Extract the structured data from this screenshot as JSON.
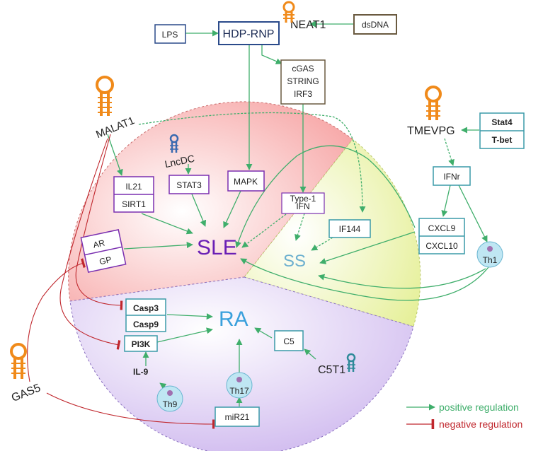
{
  "nodes": {
    "lps": "LPS",
    "hdp_rnp": "HDP-RNP",
    "neat1": "NEAT1",
    "dsdna": "dsDNA",
    "cgas": "cGAS",
    "string": "STRING",
    "irf3": "IRF3",
    "malat1": "MALAT1",
    "tmevpg": "TMEVPG",
    "stat4": "Stat4",
    "tbet": "T-bet",
    "lncdc": "LncDC",
    "il21": "IL21",
    "sirt1": "SIRT1",
    "stat3": "STAT3",
    "mapk": "MAPK",
    "type1_ifn_line1": "Type-1",
    "type1_ifn_line2": "IFN",
    "ifnr": "IFNr",
    "cxcl9": "CXCL9",
    "cxcl10": "CXCL10",
    "if144": "IF144",
    "th1": "Th1",
    "ar": "AR",
    "gp": "GP",
    "casp3": "Casp3",
    "casp9": "Casp9",
    "pi3k": "PI3K",
    "il9": "IL-9",
    "th9": "Th9",
    "th17": "Th17",
    "mir21": "miR21",
    "c5": "C5",
    "c5t1": "C5T1",
    "gas5": "GAS5"
  },
  "regions": {
    "sle": "SLE",
    "ss": "SS",
    "ra": "RA"
  },
  "legend": {
    "positive": "positive regulation",
    "negative": "negative regulation"
  },
  "colors": {
    "positive": "#3fae6b",
    "negative": "#c0272d",
    "sle_fill": "#f7b8b8",
    "ss_fill": "#eef5b5",
    "ra_fill": "#d8c9f0",
    "sle_text": "#6a1fb5",
    "ss_text": "#5fa8c8",
    "ra_text": "#3aa0dc",
    "box_blue": "#2a4a8a",
    "box_purple": "#7a2fb0",
    "box_teal": "#3a9aa8",
    "box_gray": "#6a5a40",
    "lnc_orange": "#f08a1a"
  }
}
